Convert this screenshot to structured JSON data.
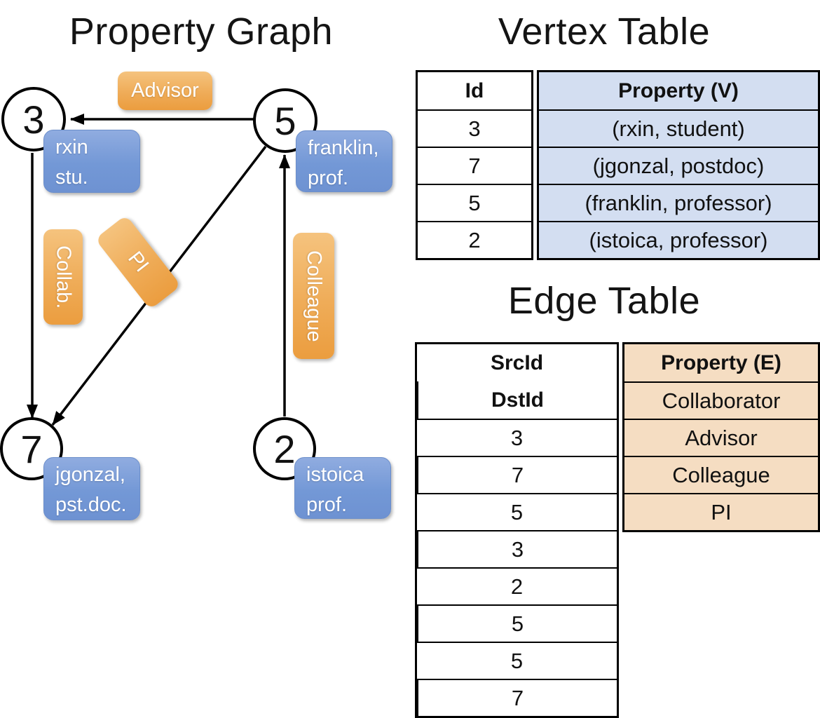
{
  "graph": {
    "title": "Property Graph",
    "nodes": [
      {
        "id": "3",
        "label_lines": [
          "rxin",
          "stu."
        ]
      },
      {
        "id": "5",
        "label_lines": [
          "franklin,",
          "prof."
        ]
      },
      {
        "id": "7",
        "label_lines": [
          "jgonzal,",
          "pst.doc."
        ]
      },
      {
        "id": "2",
        "label_lines": [
          "istoica",
          "prof."
        ]
      }
    ],
    "edge_labels": {
      "advisor": "Advisor",
      "collab": "Collab.",
      "pi": "PI",
      "colleague": "Colleague"
    },
    "edges": [
      {
        "from": "5",
        "to": "3",
        "label": "Advisor"
      },
      {
        "from": "3",
        "to": "7",
        "label": "Collab."
      },
      {
        "from": "5",
        "to": "7",
        "label": "PI"
      },
      {
        "from": "2",
        "to": "5",
        "label": "Colleague"
      }
    ]
  },
  "vertex_table": {
    "title": "Vertex Table",
    "columns": [
      "Id",
      "Property (V)"
    ],
    "rows": [
      [
        "3",
        "(rxin, student)"
      ],
      [
        "7",
        "(jgonzal, postdoc)"
      ],
      [
        "5",
        "(franklin, professor)"
      ],
      [
        "2",
        "(istoica, professor)"
      ]
    ]
  },
  "edge_table": {
    "title": "Edge Table",
    "columns": [
      "SrcId",
      "DstId",
      "Property (E)"
    ],
    "rows": [
      [
        "3",
        "7",
        "Collaborator"
      ],
      [
        "5",
        "3",
        "Advisor"
      ],
      [
        "2",
        "5",
        "Colleague"
      ],
      [
        "5",
        "7",
        "PI"
      ]
    ]
  },
  "colors": {
    "orange_label_top": "#F5C37E",
    "orange_label_bottom": "#EB9D3F",
    "blue_label_top": "#90ACE0",
    "blue_label_bottom": "#6E92D2",
    "vertex_property_bg": "#D3DEF1",
    "edge_property_bg": "#F5DDC2",
    "line_color": "#000000"
  }
}
